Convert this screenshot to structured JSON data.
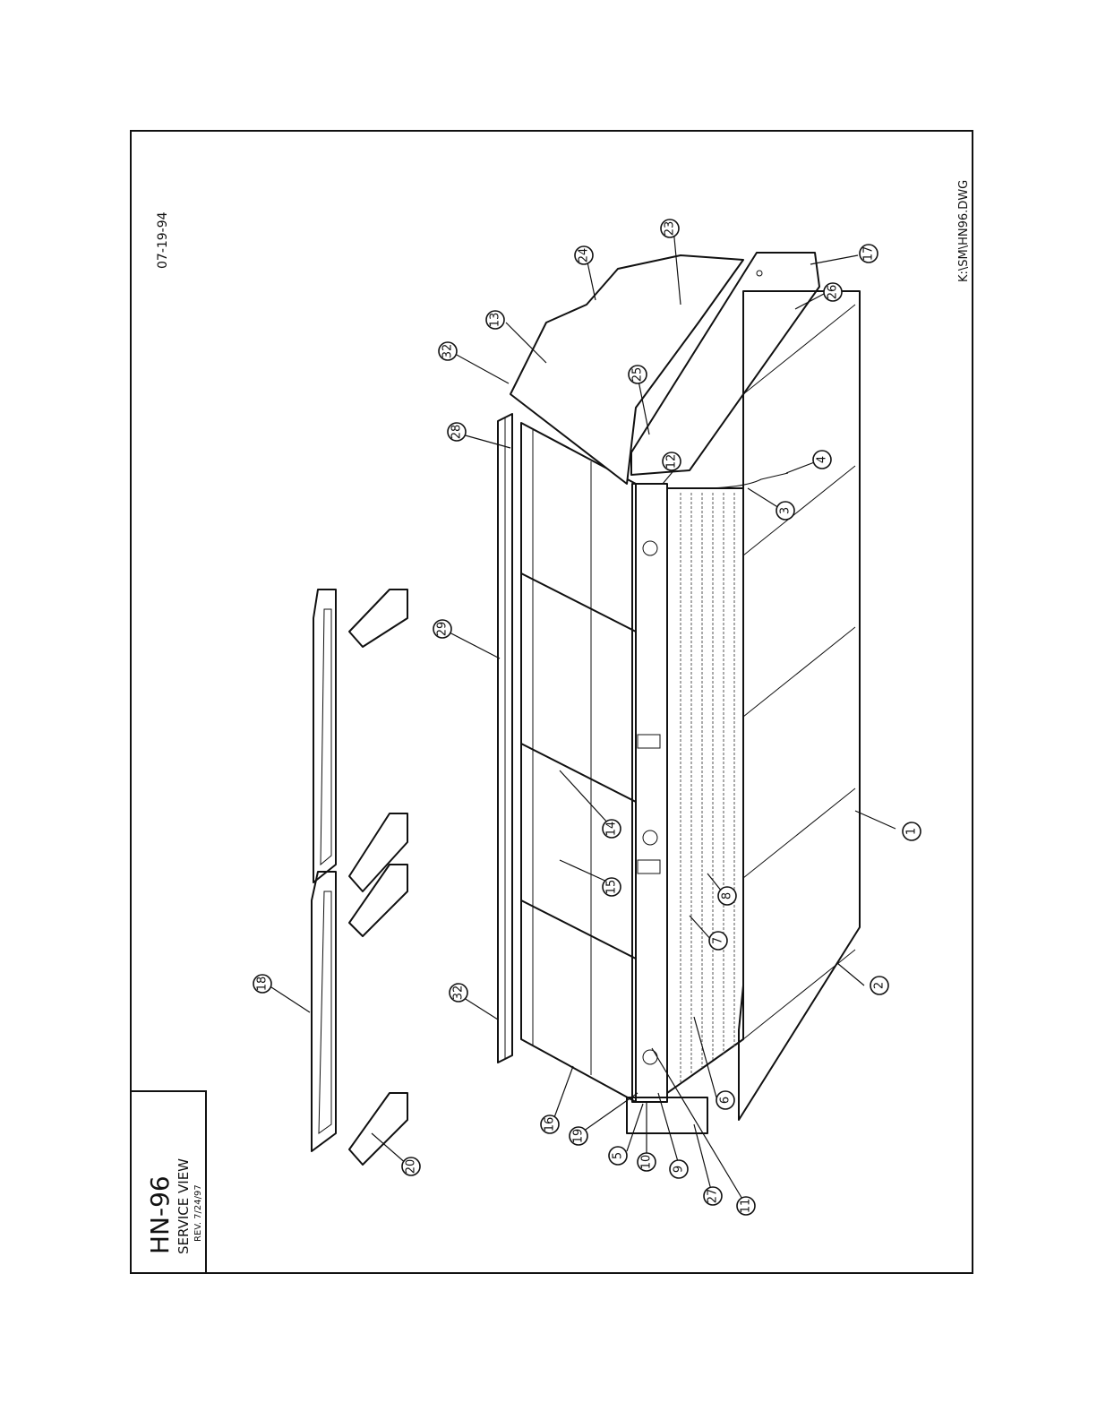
{
  "title_block": {
    "model": "HN-96",
    "view": "SERVICE VIEW",
    "revision": "REV. 7/24/97"
  },
  "date": "07-19-94",
  "file_path": "K:\\SM\\HN96.DWG",
  "callouts": [
    "1",
    "2",
    "3",
    "4",
    "5",
    "6",
    "7",
    "8",
    "9",
    "10",
    "11",
    "12",
    "13",
    "14",
    "15",
    "16",
    "17",
    "18",
    "19",
    "20",
    "23",
    "24",
    "25",
    "26",
    "27",
    "28",
    "29",
    "32",
    "32"
  ]
}
